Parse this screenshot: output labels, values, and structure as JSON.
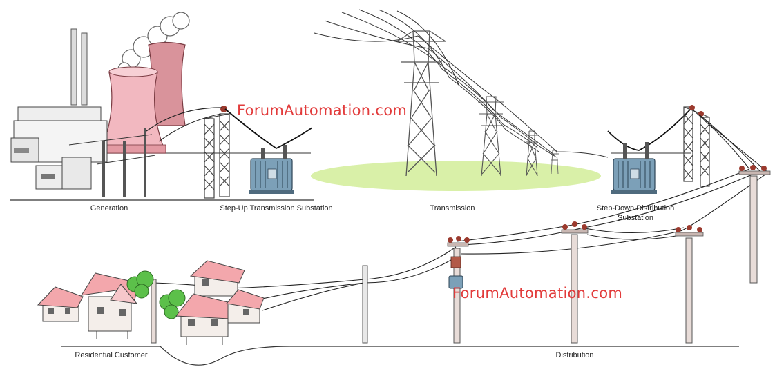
{
  "labels": {
    "generation": "Generation",
    "step_up": "Step-Up Transmission Substation",
    "transmission": "Transmission",
    "step_down_line1": "Step-Down Distribution",
    "step_down_line2": "Substation",
    "residential": "Residential Customer",
    "distribution": "Distribution"
  },
  "watermarks": {
    "top": "ForumAutomation.com",
    "bottom": "ForumAutomation.com"
  },
  "colors": {
    "cooling_tower": "#f2b8c0",
    "cooling_tower_dark": "#c98088",
    "roof": "#f3a7ac",
    "tree": "#5cc04a",
    "grass": "#d9f0a8",
    "transformer": "#7ca0b8",
    "insulator": "#9b3a2e",
    "watermark": "#e23b3b"
  }
}
